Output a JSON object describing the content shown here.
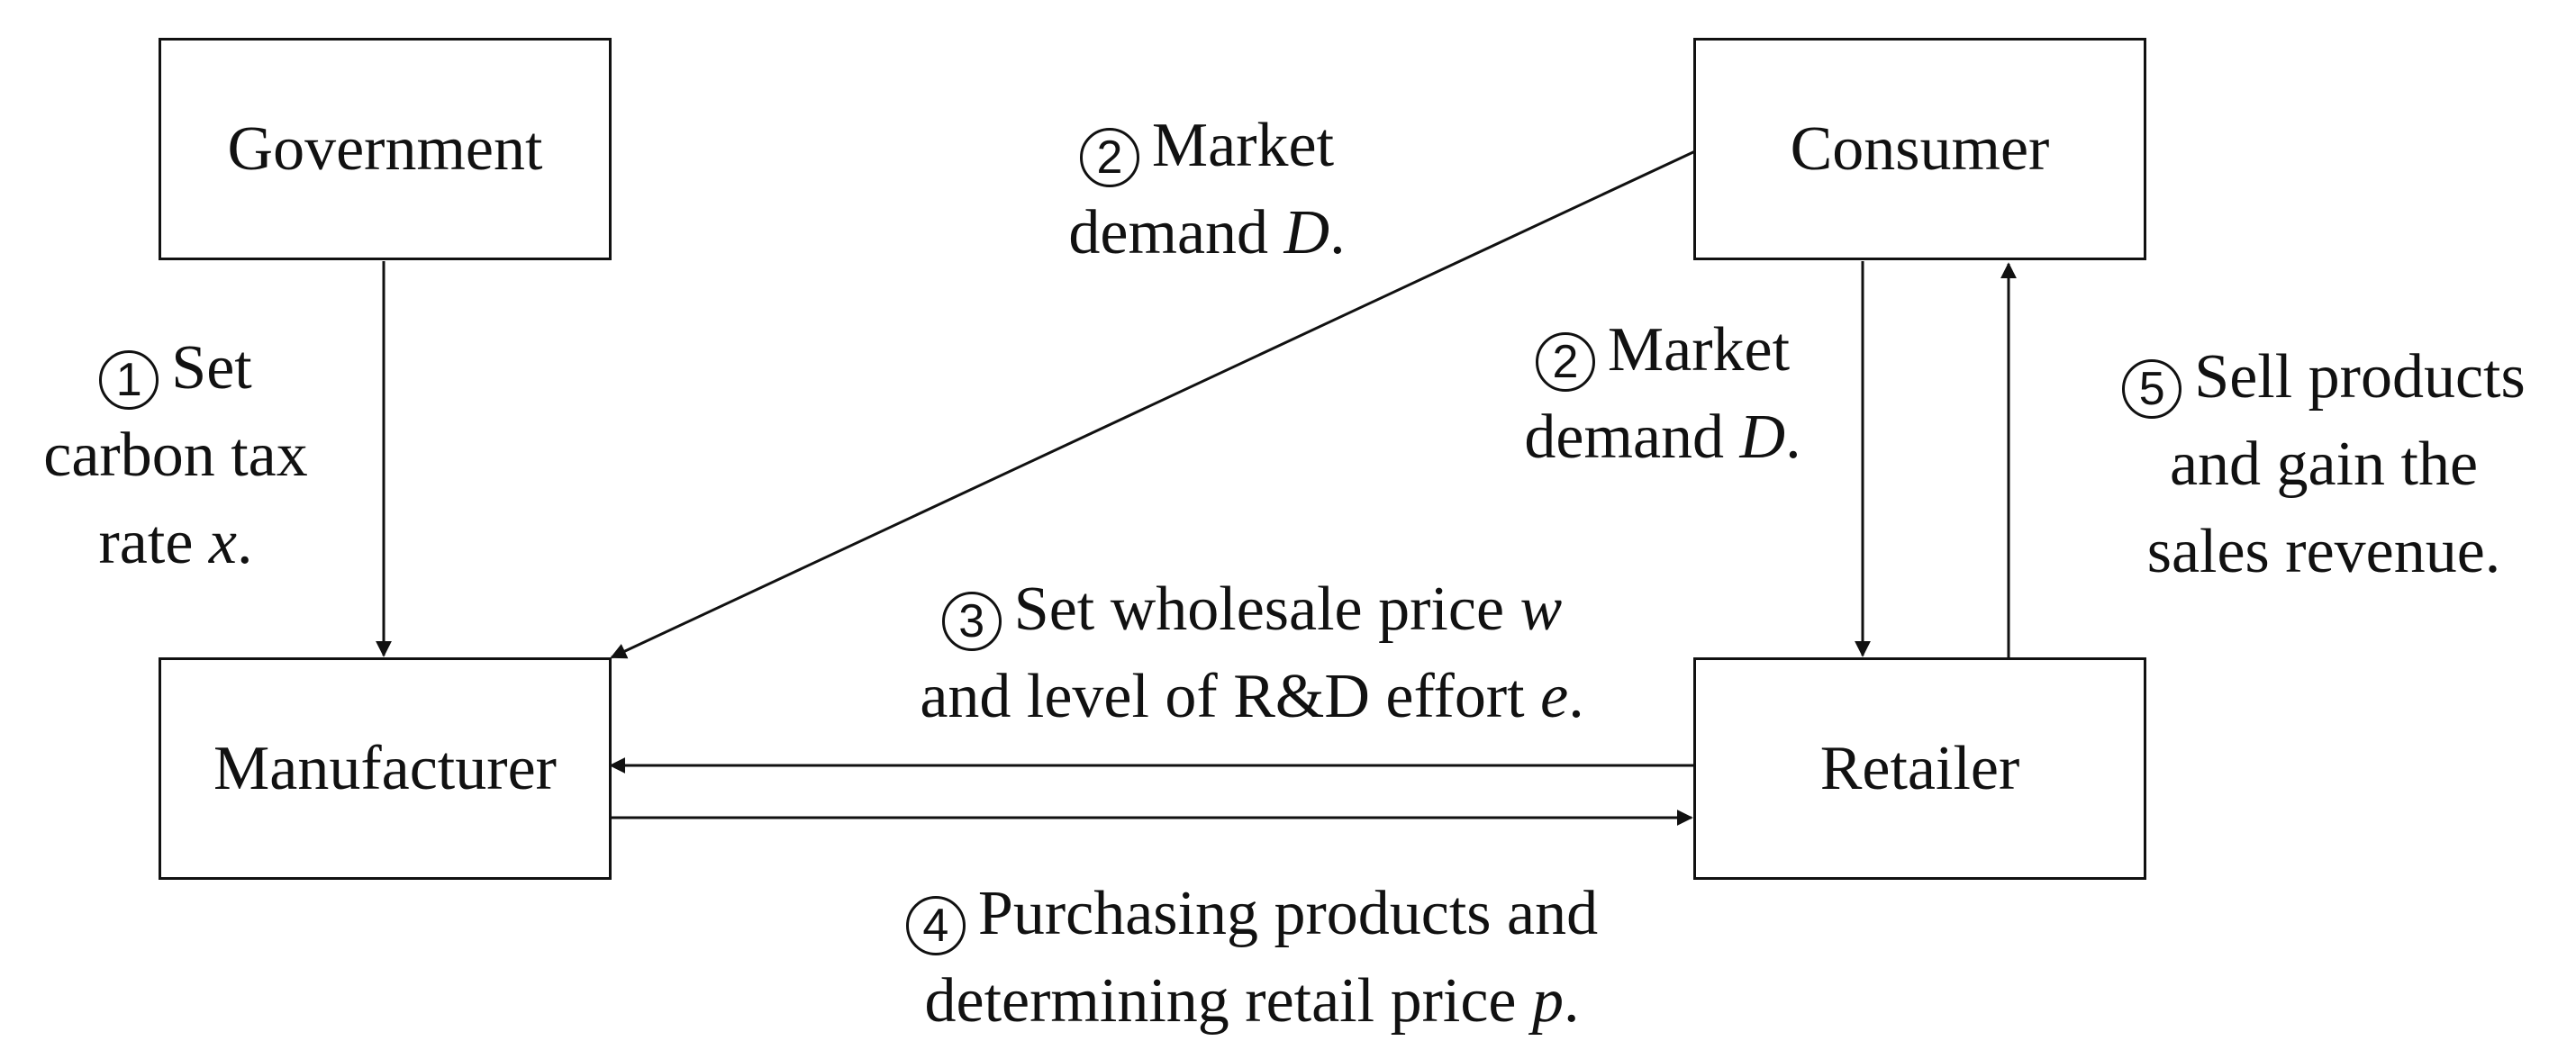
{
  "nodes": {
    "government": "Government",
    "consumer": "Consumer",
    "manufacturer": "Manufacturer",
    "retailer": "Retailer"
  },
  "flows": {
    "step1": {
      "number": "1",
      "line1_text": "Set",
      "line2_text": "carbon tax",
      "line3_text": "rate ",
      "line3_var": "x",
      "line3_end": "."
    },
    "step2_manufacturer": {
      "number": "2",
      "line1_text": "Market",
      "line2_text": "demand ",
      "line2_var": "D",
      "line2_end": "."
    },
    "step2_retailer": {
      "number": "2",
      "line1_text": "Market",
      "line2_text": "demand ",
      "line2_var": "D",
      "line2_end": "."
    },
    "step3": {
      "number": "3",
      "line1_text": "Set wholesale price ",
      "line1_var": "w",
      "line2_text": "and level of R&D effort ",
      "line2_var": "e",
      "line2_end": "."
    },
    "step4": {
      "number": "4",
      "line1_text": "Purchasing products and",
      "line2_text": "determining retail price ",
      "line2_var": "p",
      "line2_end": "."
    },
    "step5": {
      "number": "5",
      "line1_text": "Sell products",
      "line2_text": "and gain the",
      "line3_text": "sales revenue."
    }
  }
}
